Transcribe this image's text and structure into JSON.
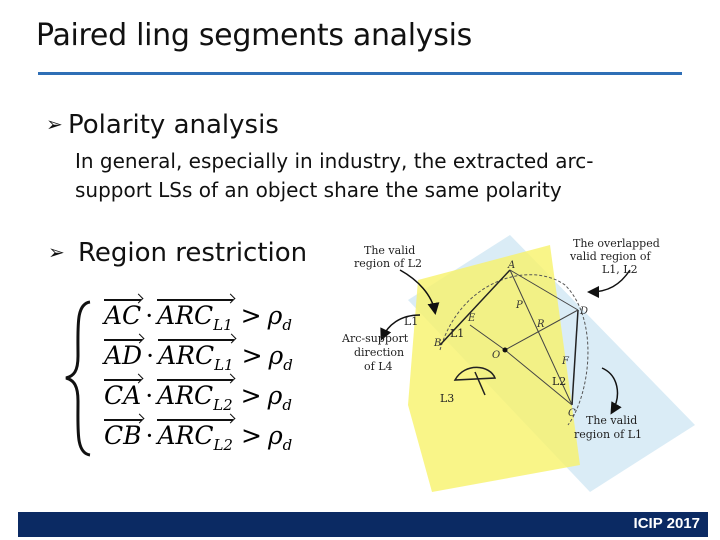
{
  "slide": {
    "title": "Paired ling segments analysis",
    "bullets": [
      {
        "label": "Polarity analysis"
      },
      {
        "label": "Region restriction"
      }
    ],
    "polarity_text_line1": "In general, especially in industry, the extracted arc-",
    "polarity_text_line2": "support LSs of an object share the same polarity"
  },
  "equations": [
    {
      "vec": "AC",
      "arc": "ARC",
      "sub": "L1",
      "rho": "ρ",
      "rho_sub": "d"
    },
    {
      "vec": "AD",
      "arc": "ARC",
      "sub": "L1",
      "rho": "ρ",
      "rho_sub": "d"
    },
    {
      "vec": "CA",
      "arc": "ARC",
      "sub": "L2",
      "rho": "ρ",
      "rho_sub": "d"
    },
    {
      "vec": "CB",
      "arc": "ARC",
      "sub": "L2",
      "rho": "ρ",
      "rho_sub": "d"
    }
  ],
  "figure": {
    "label_valid_l2_1": "The valid",
    "label_valid_l2_2": "region of L2",
    "label_overlap_1": "The overlapped",
    "label_overlap_2": "valid region of",
    "label_overlap_3": "L1, L2",
    "label_arc_1": "Arc-support",
    "label_arc_2": "direction",
    "label_arc_3": "of L4",
    "label_valid_l1_1": "The valid",
    "label_valid_l1_2": "region of L1",
    "pt_A": "A",
    "pt_B": "B",
    "pt_C": "C",
    "pt_D": "D",
    "pt_E": "E",
    "pt_F": "F",
    "pt_O": "O",
    "pt_P1": "P",
    "pt_R": "R",
    "line_L1a": "L1",
    "line_L1b": "L1",
    "line_L2": "L2",
    "line_L3": "L3"
  },
  "footer": {
    "text": "ICIP 2017"
  },
  "colors": {
    "accent": "#2f6fb6",
    "footer_bg": "#0b2a63",
    "yellow_region": "#f7f26a",
    "blue_region": "#d6eaf5"
  }
}
